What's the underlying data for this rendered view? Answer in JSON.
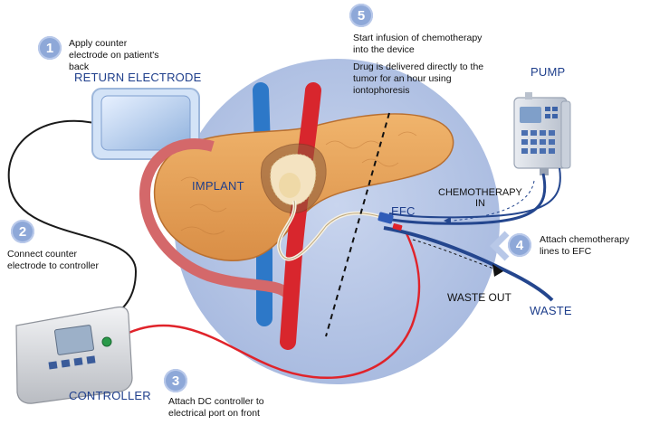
{
  "labels": {
    "return_electrode": "RETURN ELECTRODE",
    "pump": "PUMP",
    "implant": "IMPLANT",
    "efc": "EFC",
    "chemo_in_line1": "CHEMOTHERAPY",
    "chemo_in_line2": "IN",
    "waste_out": "WASTE OUT",
    "waste": "WASTE",
    "controller": "CONTROLLER"
  },
  "steps": [
    {
      "number": "1",
      "lines": [
        "Apply counter",
        "electrode on patient's",
        "back"
      ]
    },
    {
      "number": "2",
      "lines": [
        "Connect counter",
        "electrode to controller"
      ]
    },
    {
      "number": "3",
      "lines": [
        "Attach DC controller to",
        "electrical port on front"
      ]
    },
    {
      "number": "4",
      "lines": [
        "Attach chemotherapy",
        "lines to EFC"
      ]
    },
    {
      "number": "5",
      "lines": [
        "Start infusion of chemotherapy",
        "into the device"
      ]
    }
  ],
  "step5_detail": [
    "Drug is delivered directly to the",
    "tumor for an hour using",
    "iontophoresis"
  ],
  "colors": {
    "label_blue": "#1f3f8c",
    "step_circle": "#8ea8d8",
    "red_wire": "#e0232a",
    "blue_line": "#24468e",
    "bg_circle": "#b3c3e5",
    "pancreas": "#e6a45c",
    "artery": "#d8262d",
    "vein": "#2d78c8"
  },
  "icons": [
    "chevron-left-icon",
    "arrow-down-icon"
  ]
}
